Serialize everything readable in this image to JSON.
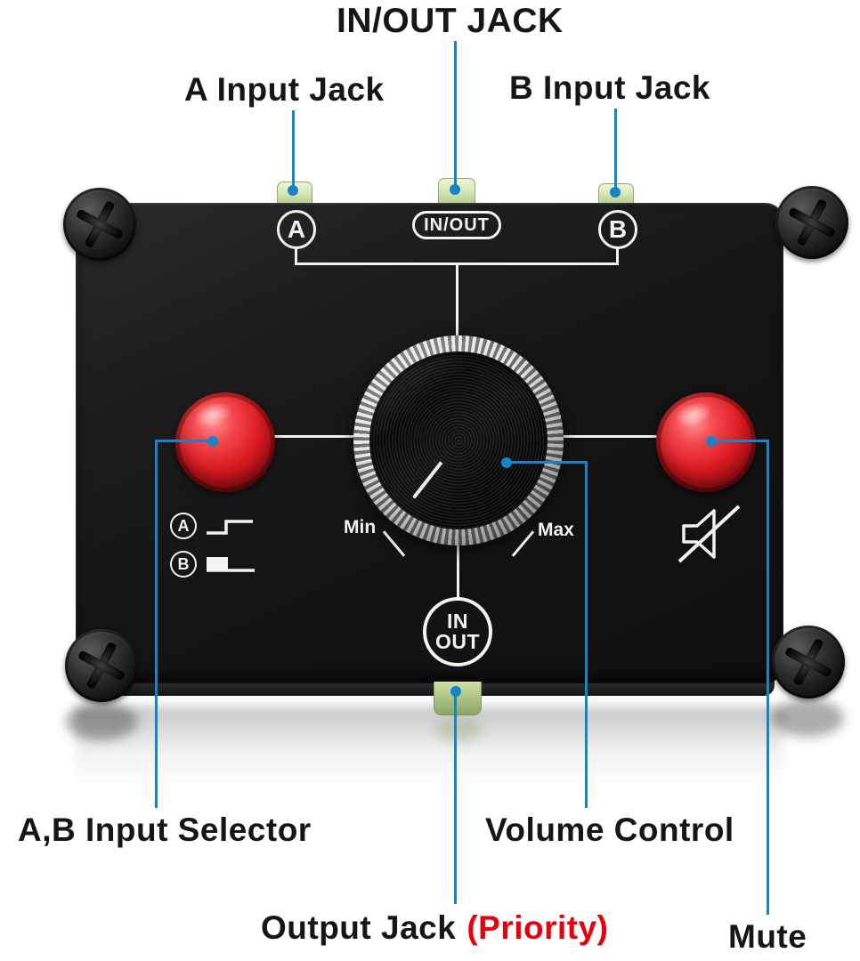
{
  "callouts": {
    "inout_jack": "IN/OUT JACK",
    "a_input_jack": "A Input Jack",
    "b_input_jack": "B Input Jack",
    "ab_input_selector": "A,B Input Selector",
    "volume_control": "Volume Control",
    "output_jack": "Output Jack",
    "output_jack_priority": "(Priority)",
    "mute": "Mute"
  },
  "device": {
    "jack_a_mark": "A",
    "jack_b_mark": "B",
    "inout_mark": "IN/OUT",
    "knob_min": "Min",
    "knob_max": "Max",
    "io_circle_top": "IN",
    "io_circle_bottom": "OUT",
    "legend_a": "A",
    "legend_b": "B"
  },
  "colors": {
    "callout_line": "#1585c8",
    "priority_text": "#e8000d",
    "button_red": "#d8191f",
    "jack_green": "#d7e6b4",
    "device_black": "#151515"
  }
}
